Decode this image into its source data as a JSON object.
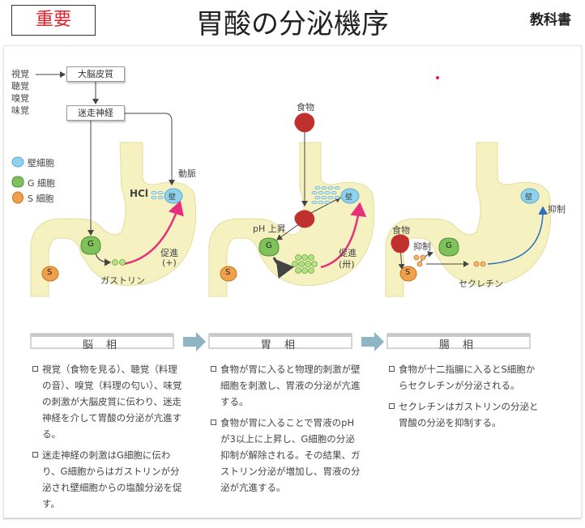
{
  "header": {
    "badge": "重要",
    "title": "胃酸の分泌機序",
    "ref": "教科書"
  },
  "senses": [
    "視覚",
    "聴覚",
    "嗅覚",
    "味覚"
  ],
  "flow_boxes": {
    "cerebral_cortex": "大脳皮質",
    "vagus_nerve": "迷走神経"
  },
  "legend": [
    {
      "label": "壁細胞",
      "color": "#8fd2ee"
    },
    {
      "label": "G 細胞",
      "color": "#7fc15a"
    },
    {
      "label": "S 細胞",
      "color": "#f0a04a"
    }
  ],
  "diagram_labels": {
    "hcl": "HCl",
    "artery": "動脈",
    "wall": "壁",
    "g": "G",
    "s": "S",
    "gastrin": "ガストリン",
    "promote": "促進",
    "promote_plus": "(+)",
    "promote_plus3": "(卅)",
    "food": "食物",
    "ph_up": "pH 上昇",
    "inhibit": "抑制",
    "secretin": "セクレチン"
  },
  "phases": [
    {
      "label": "脳 相",
      "bullets": [
        "視覚（食物を見る）、聴覚（料理の音）、嗅覚（料理の匂い）、味覚の刺激が大脳皮質に伝わり、迷走神経を介して胃酸の分泌が亢進する。",
        "迷走神経の刺激はG細胞に伝わり、G細胞からはガストリンが分泌され壁細胞からの塩酸分泌を促す。"
      ]
    },
    {
      "label": "胃 相",
      "bullets": [
        "食物が胃に入ると物理的刺激が壁細胞を刺激し、胃液の分泌が亢進する。",
        "食物が胃に入ることで胃液のpHが3以上に上昇し、G細胞の分泌抑制が解除される。その結果、ガストリン分泌が増加し、胃液の分泌が亢進する。"
      ]
    },
    {
      "label": "腸 相",
      "bullets": [
        "食物が十二指腸に入るとS細胞からセクレチンが分泌される。",
        "セクレチンはガストリンの分泌と胃酸の分泌を抑制する。"
      ]
    }
  ],
  "colors": {
    "stomach": "#f6f1c0",
    "stomach_edge": "#e6dc9a",
    "parietal": "#8fd2ee",
    "g_cell": "#7fc15a",
    "s_cell": "#f0a04a",
    "food": "#c0302f",
    "promote_arrow": "#e8307a",
    "secretin_arrow": "#2f6fc0",
    "accent_red": "#e8202a"
  }
}
